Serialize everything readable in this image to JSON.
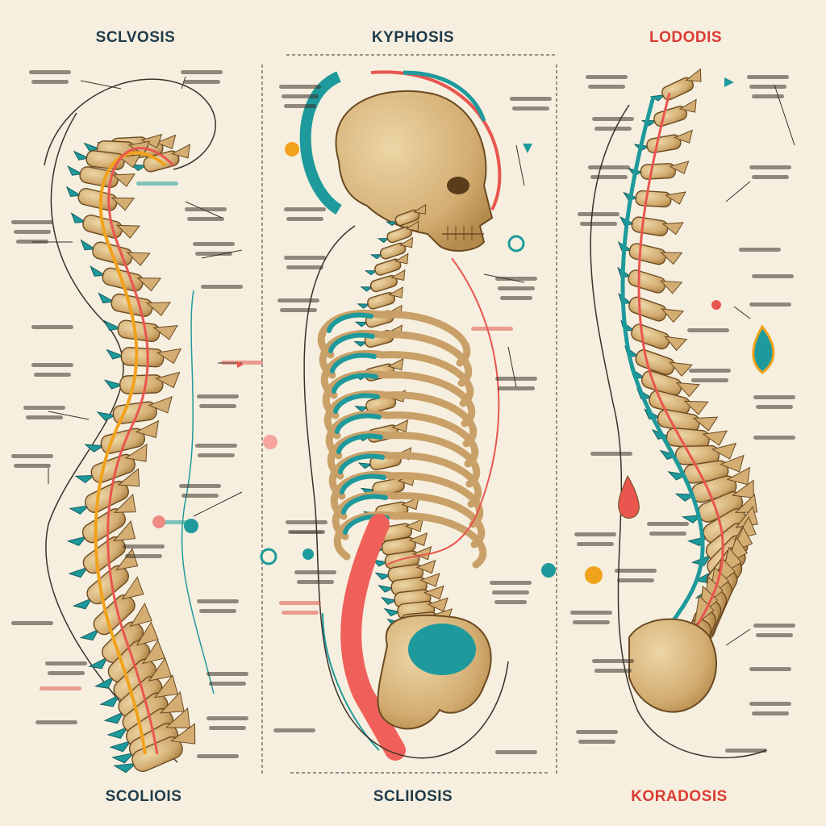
{
  "titles": {
    "top_left": "SCLVOSIS",
    "top_center": "KYPHOSIS",
    "top_right": "LODODIS",
    "bottom_left": "SCOLIOIS",
    "bottom_center": "SCLIIOSIS",
    "bottom_right": "KORADOSIS"
  },
  "colors": {
    "background": "#f6efdf",
    "bone": "#d6b47e",
    "bone_outline": "#6b4a22",
    "teal": "#1e9a9c",
    "red": "#e9554f",
    "orange": "#f1a21c",
    "title_dark": "#1f3b4a",
    "title_red": "#d93b33"
  }
}
